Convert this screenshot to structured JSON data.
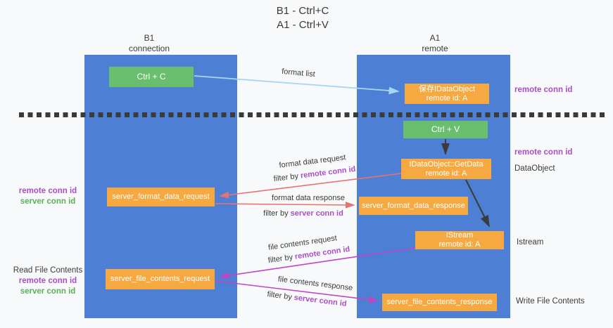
{
  "title": {
    "line1": "B1 - Ctrl+C",
    "line2": "A1 - Ctrl+V"
  },
  "lanes": {
    "left": {
      "name": "B1",
      "subtitle": "connection"
    },
    "right": {
      "name": "A1",
      "subtitle": "remote"
    }
  },
  "boxes": {
    "ctrl_c": "Ctrl + C",
    "ctrl_v": "Ctrl + V",
    "save_idataobject": {
      "line1": "保存IDataObject",
      "line2": "remote id: A"
    },
    "getdata": {
      "line1": "IDataObject::GetData",
      "line2": "remote id: A"
    },
    "istream": {
      "line1": "IStream",
      "line2": "remote id: A"
    },
    "format_request": "server_format_data_request",
    "format_response": "server_format_data_response",
    "file_request": "server_file_contents_request",
    "file_response": "server_file_contents_response"
  },
  "flow_labels": {
    "format_list": "format list",
    "format_data_request": "format data request",
    "format_data_response": "format data response",
    "file_contents_request": "file contents request",
    "file_contents_response": "file contents response",
    "filter_by": "filter by",
    "remote_conn_id": "remote conn id",
    "server_conn_id": "server conn id"
  },
  "side_labels": {
    "remote_conn_id": "remote conn id",
    "server_conn_id": "server conn id",
    "dataobject": "DataObject",
    "istream": "Istream",
    "read_file_contents": "Read File Contents",
    "write_file_contents": "Write File Contents"
  },
  "colors": {
    "lane_blue": "#4d80d4",
    "box_green": "#69bf6d",
    "box_orange": "#f7a941",
    "arrow_blue": "#a9d4f2",
    "arrow_salmon": "#e87171",
    "arrow_magenta": "#c343c3",
    "text_purple": "#a94fc4",
    "text_green": "#58b158",
    "text_dark": "#3b3b3b",
    "separator": "#3a3a3a"
  }
}
